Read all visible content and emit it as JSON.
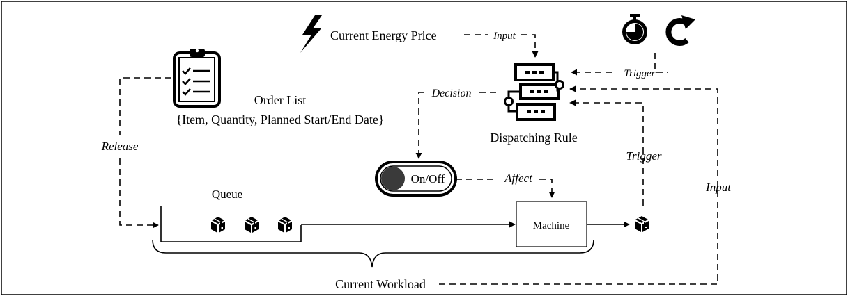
{
  "labels": {
    "energy_price": "Current Energy Price",
    "order_list": "Order List",
    "order_fields": "{Item, Quantity, Planned Start/End Date}",
    "dispatching_rule": "Dispatching Rule",
    "queue": "Queue",
    "machine": "Machine",
    "on_off": "On/Off",
    "current_workload": "Current Workload"
  },
  "edge_labels": {
    "input_energy": "Input",
    "trigger_timer": "Trigger",
    "decision": "Decision",
    "release": "Release",
    "affect": "Affect",
    "trigger_output": "Trigger",
    "input_workload": "Input"
  },
  "icons": [
    "lightning-icon",
    "clipboard-checklist-icon",
    "stopwatch-icon",
    "refresh-icon",
    "server-rack-icon",
    "toggle-switch-icon",
    "package-box-icon"
  ]
}
